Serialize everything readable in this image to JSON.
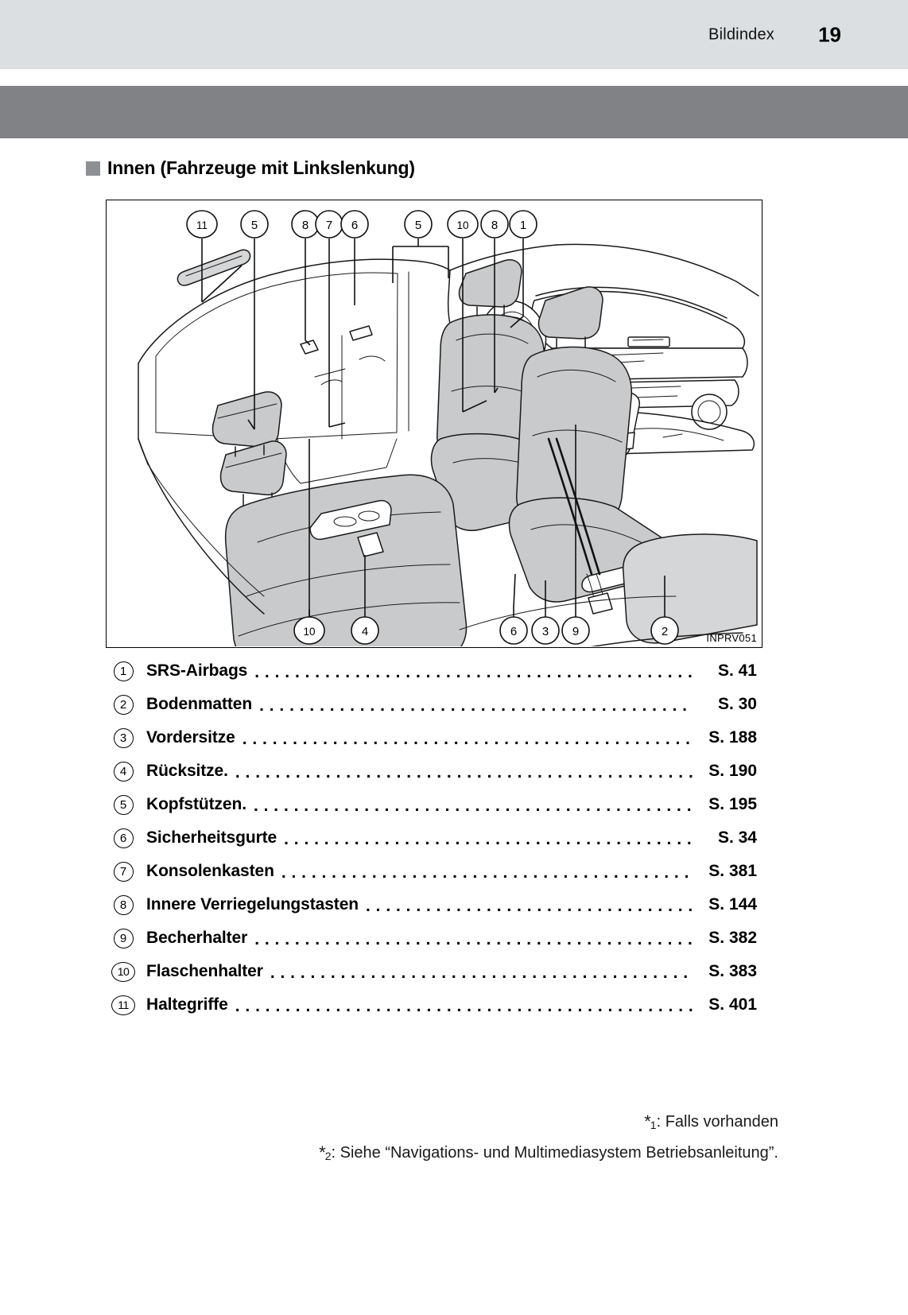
{
  "header": {
    "title": "Bildindex",
    "page_number": "19"
  },
  "section": {
    "marker_color": "#8d9094",
    "heading": "Innen (Fahrzeuge mit Linkslenkung)"
  },
  "figure": {
    "code": "INPRV051",
    "alt": "Innenraum-Illustration eines Fahrzeugs mit Linkslenkung",
    "callouts_top": [
      "11",
      "5",
      "8",
      "7",
      "6",
      "5",
      "10",
      "8",
      "1"
    ],
    "callouts_bottom": [
      "10",
      "4",
      "6",
      "3",
      "9",
      "2"
    ]
  },
  "index_list": {
    "page_prefix": "S.",
    "items": [
      {
        "num": "1",
        "label": "SRS-Airbags",
        "page": "S. 41"
      },
      {
        "num": "2",
        "label": "Bodenmatten",
        "page": "S. 30"
      },
      {
        "num": "3",
        "label": "Vordersitze",
        "page": "S. 188"
      },
      {
        "num": "4",
        "label": "Rücksitze.",
        "page": "S. 190"
      },
      {
        "num": "5",
        "label": "Kopfstützen.",
        "page": "S. 195"
      },
      {
        "num": "6",
        "label": "Sicherheitsgurte",
        "page": "S. 34"
      },
      {
        "num": "7",
        "label": "Konsolenkasten",
        "page": "S. 381"
      },
      {
        "num": "8",
        "label": "Innere Verriegelungstasten",
        "page": "S. 144"
      },
      {
        "num": "9",
        "label": "Becherhalter",
        "page": "S. 382"
      },
      {
        "num": "10",
        "label": "Flaschenhalter",
        "page": "S. 383"
      },
      {
        "num": "11",
        "label": "Haltegriffe",
        "page": "S. 401"
      }
    ]
  },
  "footnotes": [
    {
      "marker": "*",
      "index": "1",
      "text": ": Falls vorhanden"
    },
    {
      "marker": "*",
      "index": "2",
      "text": ": Siehe “Navigations- und Multimediasystem Betriebsanleitung”."
    }
  ]
}
